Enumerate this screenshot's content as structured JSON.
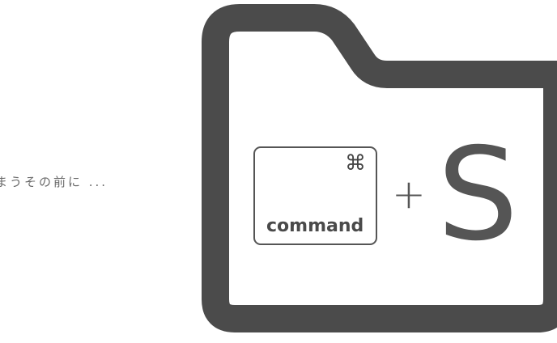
{
  "caption": {
    "text": "まうその前に ..."
  },
  "shortcut": {
    "key_symbol": "⌘",
    "key_label": "command",
    "plus": "+",
    "letter": "S"
  },
  "colors": {
    "folder": "#4b4b4b",
    "text": "#555555",
    "caption": "#6a6a6a"
  },
  "icons": {
    "folder": "folder-icon",
    "command": "command-key-icon"
  }
}
